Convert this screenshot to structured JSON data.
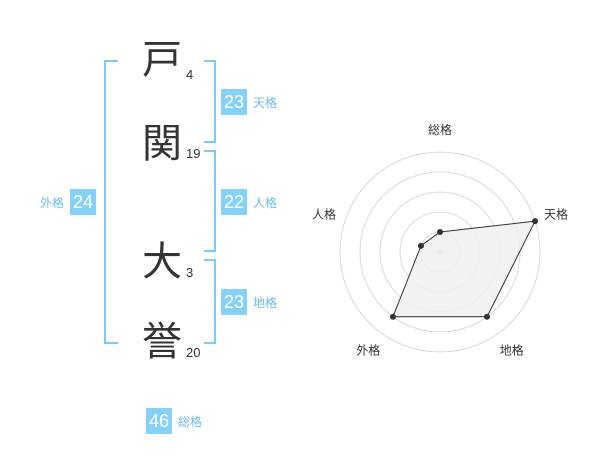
{
  "name": {
    "chars": [
      {
        "char": "戸",
        "strokes": "4"
      },
      {
        "char": "関",
        "strokes": "19"
      },
      {
        "char": "大",
        "strokes": "3"
      },
      {
        "char": "誉",
        "strokes": "20"
      }
    ]
  },
  "grids": {
    "tenkaku": {
      "value": "23",
      "label": "天格"
    },
    "jinkaku": {
      "value": "22",
      "label": "人格"
    },
    "chikaku": {
      "value": "23",
      "label": "地格"
    },
    "gaikaku": {
      "value": "24",
      "label": "外格"
    },
    "soukaku": {
      "value": "46",
      "label": "総格"
    }
  },
  "chart_data": {
    "type": "radar",
    "axes": [
      "総格",
      "天格",
      "地格",
      "外格",
      "人格"
    ],
    "levels": 5,
    "values": [
      1,
      5,
      4,
      4,
      1
    ],
    "max": 5,
    "colors": {
      "fill": "#f0f0f0",
      "stroke": "#333333",
      "grid": "#d9d9d9",
      "accent": "#86d1f7"
    }
  }
}
